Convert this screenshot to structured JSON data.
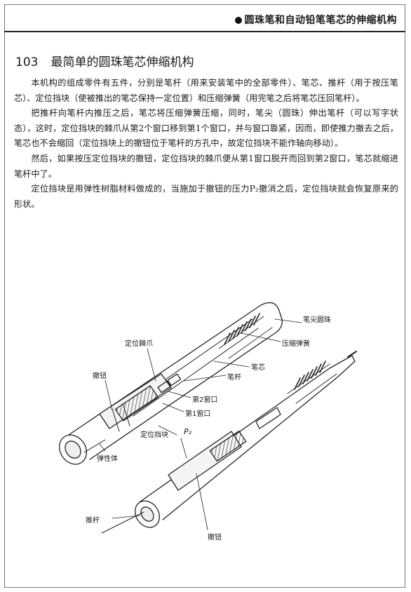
{
  "running_head": "圆珠笔和自动铅笔笔芯的伸缩机构",
  "section": {
    "number": "103",
    "title": "最简单的圆珠笔芯伸缩机构"
  },
  "paragraphs": [
    "本机构的组成零件有五件，分别是笔杆（用来安装笔中的全部零件）、笔芯、推杆（用于按压笔芯）、定位挡块（使被推出的笔芯保持一定位置）和压缩弹簧（用完笔之后将笔芯压回笔杆）。",
    "把推杆向笔杆内推压之后，笔芯将压缩弹簧压缩，同时，笔尖（圆珠）伸出笔杆（可以写字状态），这时，定位挡块的棘爪从第2个窗口移到第1个窗口，并与窗口靠紧，因而，即使推力撤去之后，笔芯也不会缩回（定位挡块上的撤钮位于笔杆的方孔中，故定位挡块不能作轴向移动）。",
    "然后，如果按压定位挡块的撤钮，定位挡块的棘爪便从第1窗口脱开而回到第2窗口，笔芯就缩进笔杆中了。",
    "定位挡块是用弹性树脂材料做成的，当施加于撤钮的压力P₂撤消之后，定位挡块就会恢复原来的形状。"
  ],
  "figure_labels": {
    "nib_ball": "笔尖圆珠",
    "compression_spring": "压缩弹簧",
    "pawl": "定位棘爪",
    "refill": "笔芯",
    "barrel": "笔杆",
    "release_button_top": "撤钮",
    "window_2": "第2窗口",
    "window_1": "第1窗口",
    "stopper": "定位挡块",
    "force_p2": "P₂",
    "elastic_body": "弹性体",
    "push_rod": "推杆",
    "release_button_bottom": "撤钮"
  }
}
